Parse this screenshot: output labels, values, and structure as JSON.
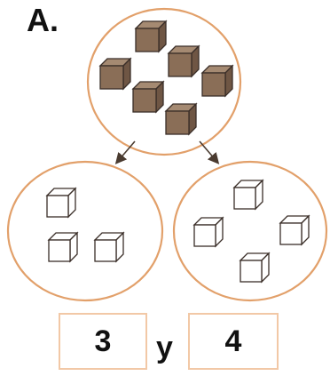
{
  "label": "A.",
  "groups": {
    "top_cubes": 6,
    "left_cubes": 3,
    "right_cubes": 4
  },
  "answer": {
    "left_value": "3",
    "conjunction": "y",
    "right_value": "4"
  },
  "colors": {
    "circle_border": "#e2a06a",
    "filled_cube": "#8a6e57",
    "cube_outline": "#3a2e28",
    "arrow": "#4a3b30",
    "answer_box_border": "#f2c8a6"
  }
}
